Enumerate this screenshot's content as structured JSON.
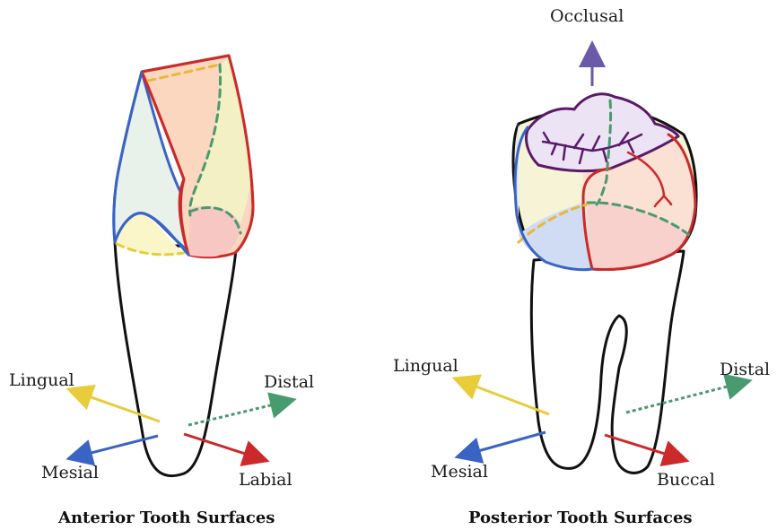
{
  "anterior": {
    "caption": "Anterior Tooth Surfaces",
    "labels": {
      "lingual": "Lingual",
      "distal": "Distal",
      "mesial": "Mesial",
      "labial": "Labial"
    }
  },
  "posterior": {
    "caption": "Posterior Tooth Surfaces",
    "labels": {
      "occlusal": "Occlusal",
      "lingual": "Lingual",
      "distal": "Distal",
      "mesial": "Mesial",
      "buccal": "Buccal"
    }
  },
  "colors": {
    "mesial": "#3a64c4",
    "lingual": "#e8cc3a",
    "distal": "#4a9a70",
    "labial": "#cc2a2a",
    "buccal": "#cc2a2a",
    "occlusal": "#6a5aa8",
    "fissure": "#5a1a6a",
    "outline": "#111111"
  }
}
